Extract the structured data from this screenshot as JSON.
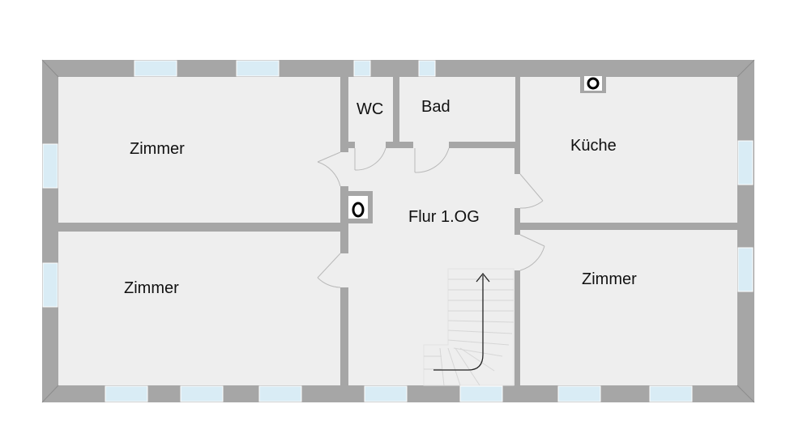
{
  "plan": {
    "colors": {
      "wall": "#a6a6a6",
      "wall_edge": "#8c8c8c",
      "floor": "#eeeeee",
      "window_glass": "#d9ecf5",
      "door_line": "#b9b9b9",
      "stair_line": "#d6d6d6",
      "arrow": "#222222"
    },
    "rooms": [
      {
        "id": "zimmer-nw",
        "label": "Zimmer"
      },
      {
        "id": "zimmer-sw",
        "label": "Zimmer"
      },
      {
        "id": "wc",
        "label": "WC"
      },
      {
        "id": "bad",
        "label": "Bad"
      },
      {
        "id": "flur",
        "label": "Flur 1.OG"
      },
      {
        "id": "kueche",
        "label": "Küche"
      },
      {
        "id": "zimmer-se",
        "label": "Zimmer"
      }
    ],
    "fixtures": [
      "chimney-icon",
      "chimney-icon",
      "staircase",
      "stair-arrow-icon"
    ]
  }
}
